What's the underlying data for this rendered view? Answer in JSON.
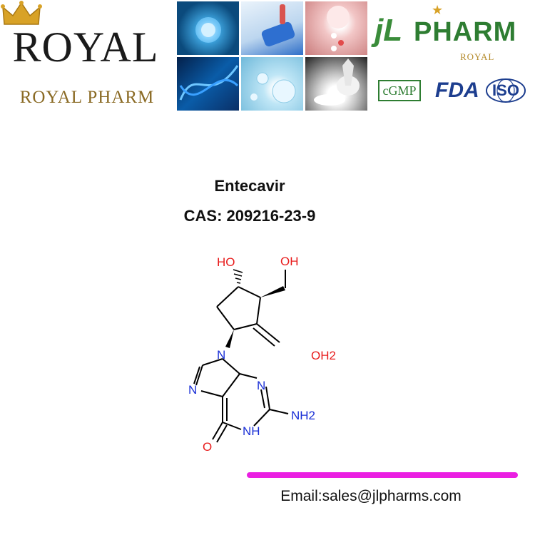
{
  "header": {
    "royal_logo": {
      "wordmark": "ROYAL",
      "subtitle": "ROYAL  PHARM"
    },
    "pharm_logo": {
      "monogram": "jL",
      "name": "PHARM",
      "tagline": "ROYAL"
    },
    "certifications": [
      "cGMP",
      "FDA",
      "ISO"
    ],
    "photo_tiles": [
      "virus-icon",
      "lab-gloves-icon",
      "pills-icon",
      "dna-icon",
      "bubbles-icon",
      "powder-icon"
    ]
  },
  "product": {
    "name": "Entecavir",
    "cas": "CAS: 209216-23-9"
  },
  "structure": {
    "labels": {
      "ho": "HO",
      "oh": "OH",
      "water": "OH2",
      "n9": "N",
      "n7": "N",
      "n3": "N",
      "nh2": "NH2",
      "nh": "NH",
      "o": "O"
    },
    "colors": {
      "oxygen": "#e81c1c",
      "nitrogen": "#1a2fd6",
      "bond": "#000000"
    }
  },
  "footer": {
    "email": "Email:sales@jlpharms.com",
    "divider_color": "#ea1fe2"
  }
}
